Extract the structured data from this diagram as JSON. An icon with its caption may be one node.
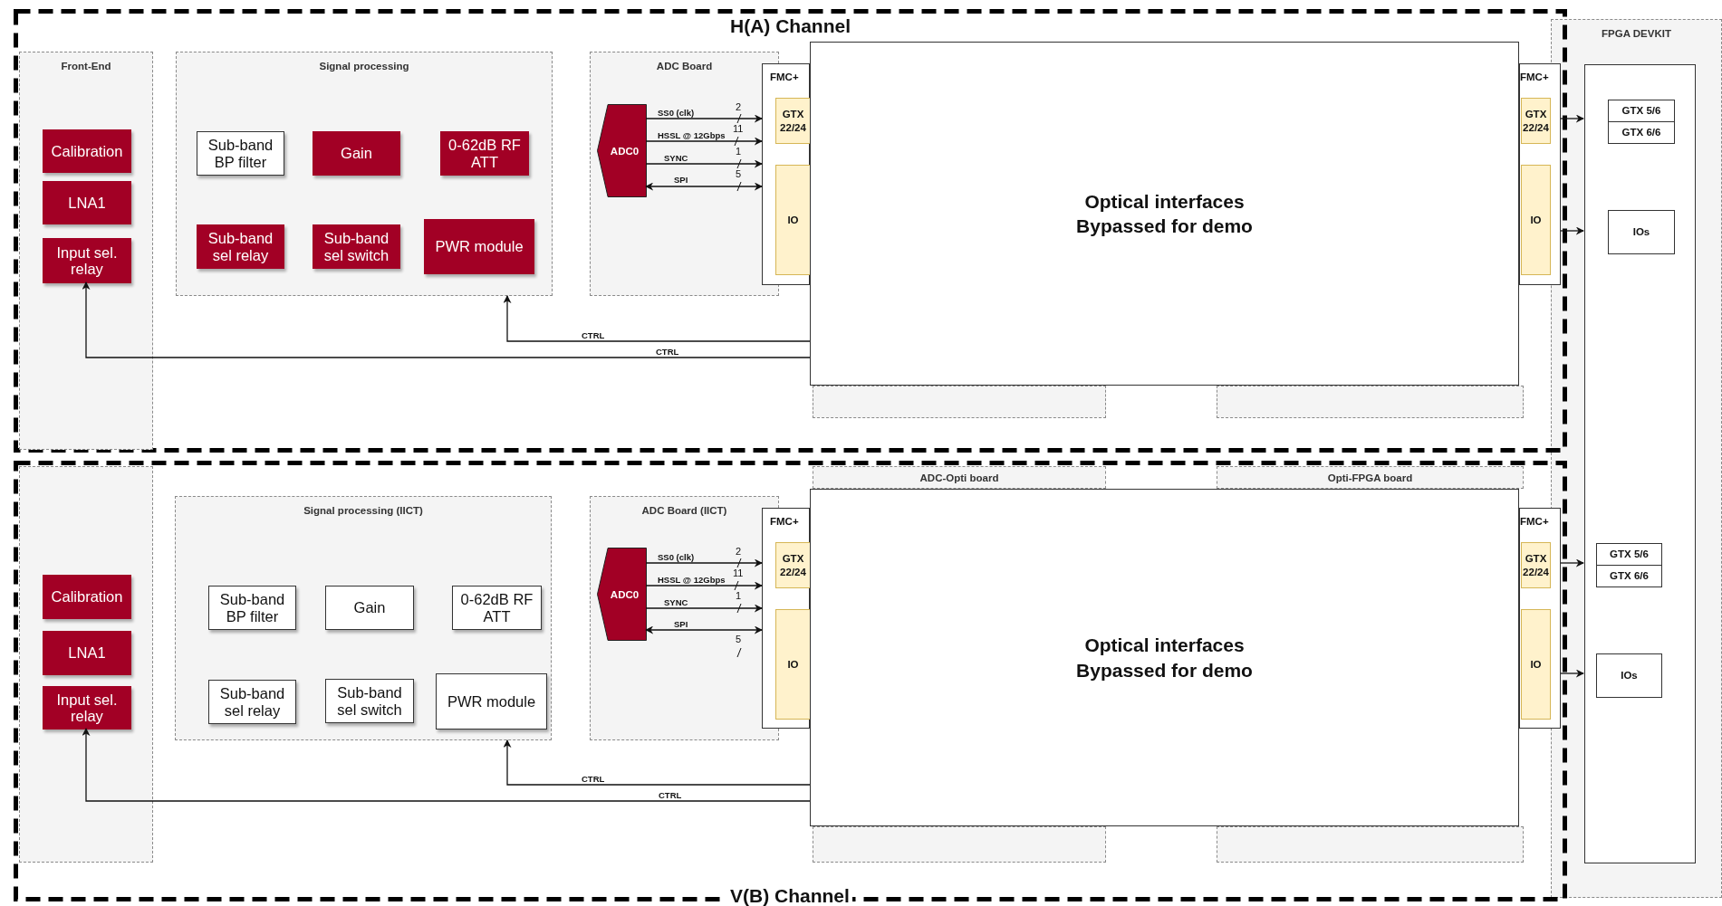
{
  "diagram": {
    "nodes": [
      {
        "text": [
          "H(A) Channel"
        ]
      },
      {
        "text": [
          "Front-End"
        ],
        "in": 0
      },
      {
        "text": [
          "Calibration"
        ],
        "in": 1
      },
      {
        "text": [
          "LNA1"
        ],
        "in": 1
      },
      {
        "text": [
          "Input sel. relay"
        ],
        "in": 1
      },
      {
        "text": [
          "Signal processing"
        ],
        "in": 0
      },
      {
        "text": [
          "Sub-band BP filter"
        ],
        "in": 5
      },
      {
        "text": [
          "Gain"
        ],
        "in": 5
      },
      {
        "text": [
          "0-62dB RF ATT"
        ],
        "in": 5
      },
      {
        "text": [
          "Sub-band sel relay"
        ],
        "in": 5
      },
      {
        "text": [
          "Sub-band sel switch"
        ],
        "in": 5
      },
      {
        "text": [
          "PWR module"
        ],
        "in": 5
      },
      {
        "text": [
          "ADC Board"
        ],
        "in": 0
      },
      {
        "text": [
          "ADC0"
        ],
        "in": 12
      },
      {
        "text": [
          "FMC+"
        ],
        "in": 0
      },
      {
        "text": [
          "GTX 22/24"
        ],
        "in": 14
      },
      {
        "text": [
          "IO"
        ],
        "in": 14
      },
      {
        "text": [],
        "shape": "box",
        "in": 0
      },
      {
        "text": [],
        "shape": "box",
        "in": 0
      },
      {
        "text": [
          "Optical interfaces",
          "Bypassed for demo"
        ],
        "in": 0
      },
      {
        "text": [
          "FMC+"
        ],
        "in": 0
      },
      {
        "text": [
          "GTX 22/24"
        ],
        "in": 20
      },
      {
        "text": [
          "IO"
        ],
        "in": 20
      },
      {
        "text": [
          "V(B) Channel"
        ]
      },
      {
        "text": [],
        "shape": "box",
        "in": 23
      },
      {
        "text": [
          "Calibration"
        ],
        "in": 24
      },
      {
        "text": [
          "LNA1"
        ],
        "in": 24
      },
      {
        "text": [
          "Input sel. relay"
        ],
        "in": 24
      },
      {
        "text": [
          "Signal processing (IICT)"
        ],
        "in": 23
      },
      {
        "text": [
          "Sub-band BP filter"
        ],
        "in": 28
      },
      {
        "text": [
          "Gain"
        ],
        "in": 28
      },
      {
        "text": [
          "0-62dB RF ATT"
        ],
        "in": 28
      },
      {
        "text": [
          "Sub-band sel relay"
        ],
        "in": 28
      },
      {
        "text": [
          "Sub-band sel switch"
        ],
        "in": 28
      },
      {
        "text": [
          "PWR module"
        ],
        "in": 28
      },
      {
        "text": [
          "ADC Board (IICT)"
        ],
        "in": 23
      },
      {
        "text": [
          "ADC0"
        ],
        "in": 35
      },
      {
        "text": [
          "FMC+"
        ],
        "in": 23
      },
      {
        "text": [
          "GTX 22/24"
        ],
        "in": 37
      },
      {
        "text": [
          "IO"
        ],
        "in": 37
      },
      {
        "text": [
          "ADC-Opti board"
        ],
        "in": 23
      },
      {
        "text": [
          "Opti-FPGA board"
        ],
        "in": 23
      },
      {
        "text": [
          "Optical interfaces",
          "Bypassed for demo"
        ],
        "in": 23
      },
      {
        "text": [
          "FMC+"
        ],
        "in": 23
      },
      {
        "text": [
          "GTX 22/24"
        ],
        "in": 43
      },
      {
        "text": [
          "IO"
        ],
        "in": 43
      },
      {
        "text": [
          "FPGA DEVKIT"
        ]
      },
      {
        "text": [],
        "shape": "box",
        "in": 46
      },
      {
        "text": [
          "GTX 5/6"
        ],
        "in": 47
      },
      {
        "text": [
          "GTX 6/6"
        ],
        "in": 47
      },
      {
        "text": [
          "IOs"
        ],
        "in": 47
      },
      {
        "text": [
          "GTX 5/6"
        ],
        "in": 47
      },
      {
        "text": [
          "GTX 6/6"
        ],
        "in": 47
      },
      {
        "text": [
          "IOs"
        ],
        "in": 47
      },
      {
        "text": [],
        "shape": "box",
        "in": 23
      },
      {
        "text": [],
        "shape": "box",
        "in": 23
      }
    ],
    "edges": [
      {
        "from": 13,
        "to": 14,
        "arrow": "to",
        "label": "SS0 (clk)"
      },
      {
        "from": 13,
        "to": 14,
        "arrow": "to",
        "label": "HSSL @ 12Gbps"
      },
      {
        "from": 13,
        "to": 14,
        "arrow": "to",
        "label": "SYNC"
      },
      {
        "from": 13,
        "to": 14,
        "arrow": "both",
        "label": "SPI"
      },
      {
        "from": 19,
        "to": 5,
        "arrow": "to",
        "label": "CTRL"
      },
      {
        "from": 19,
        "to": 4,
        "arrow": "to",
        "label": "CTRL"
      },
      {
        "from": 20,
        "to": 47,
        "arrow": "to"
      },
      {
        "from": 20,
        "to": 47,
        "arrow": "to"
      },
      {
        "from": 36,
        "to": 37,
        "arrow": "to",
        "label": "SS0 (clk)"
      },
      {
        "from": 36,
        "to": 37,
        "arrow": "to",
        "label": "HSSL @ 12Gbps"
      },
      {
        "from": 36,
        "to": 37,
        "arrow": "to",
        "label": "SYNC"
      },
      {
        "from": 36,
        "to": 37,
        "arrow": "both",
        "label": "SPI"
      },
      {
        "from": 42,
        "to": 28,
        "arrow": "to",
        "label": "CTRL"
      },
      {
        "from": 42,
        "to": 27,
        "arrow": "to",
        "label": "CTRL"
      },
      {
        "from": 43,
        "to": 47,
        "arrow": "to"
      },
      {
        "from": 43,
        "to": 47,
        "arrow": "to"
      }
    ],
    "labels": [
      "2",
      "11",
      "1",
      "5",
      "2",
      "11",
      "1",
      "5"
    ]
  }
}
